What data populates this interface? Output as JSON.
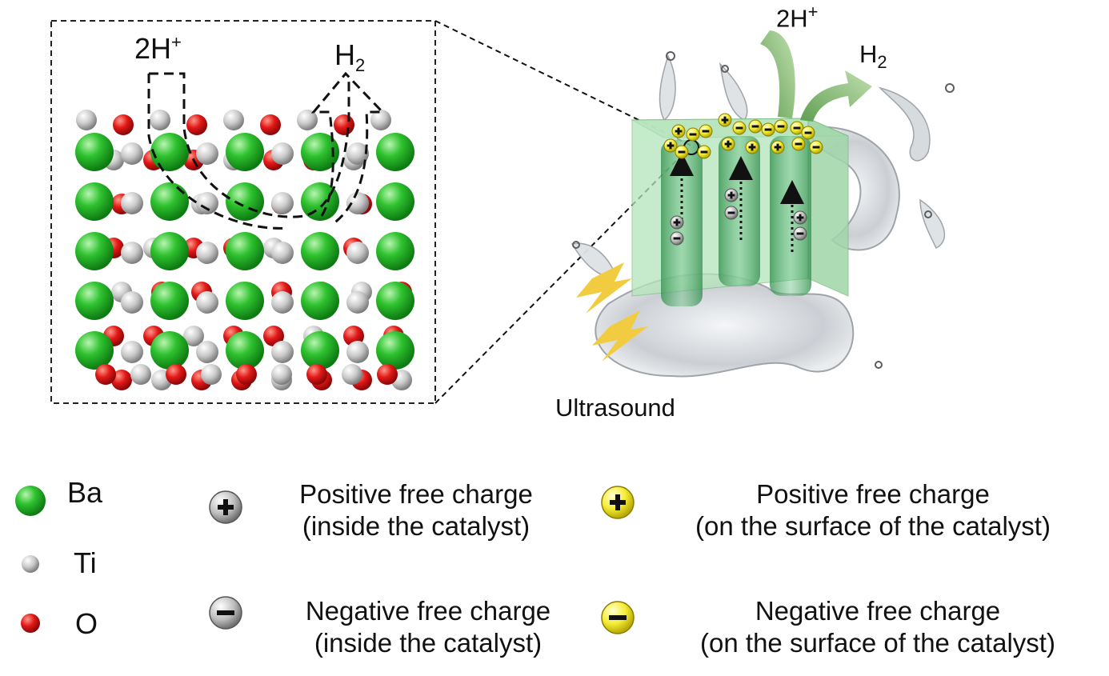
{
  "inset": {
    "reactant_base": "2H",
    "reactant_sup": "+",
    "product_base": "H",
    "product_sub": "2"
  },
  "cube_panel": {
    "reactant_base": "2H",
    "reactant_sup": "+",
    "product_base": "H",
    "product_sub": "2",
    "stimulus_label": "Ultrasound"
  },
  "legend": {
    "atoms": [
      {
        "symbol": "Ba",
        "color": "#22b022"
      },
      {
        "symbol": "Ti",
        "color": "#c8c8c8"
      },
      {
        "symbol": "O",
        "color": "#e01818"
      }
    ],
    "charges": [
      {
        "sign": "+",
        "style": "gray",
        "line1": "Positive free charge",
        "line2": "(inside the catalyst)"
      },
      {
        "sign": "+",
        "style": "yellow",
        "line1": "Positive free charge",
        "line2": "(on the surface of the catalyst)"
      },
      {
        "sign": "−",
        "style": "gray",
        "line1": "Negative free charge",
        "line2": "(inside the catalyst)"
      },
      {
        "sign": "−",
        "style": "yellow",
        "line1": "Negative free charge",
        "line2": "(on the surface of the catalyst)"
      }
    ]
  },
  "colors": {
    "barium": "#22b022",
    "titanium": "#c8c8c8",
    "oxygen": "#e01818",
    "cube_fill": "#a8e0b0",
    "arrow_green": "#8cc07a",
    "bolt_yellow": "#f2cc40",
    "surface_charge": "#f5ee3a",
    "inside_charge": "#bdbdbd"
  }
}
